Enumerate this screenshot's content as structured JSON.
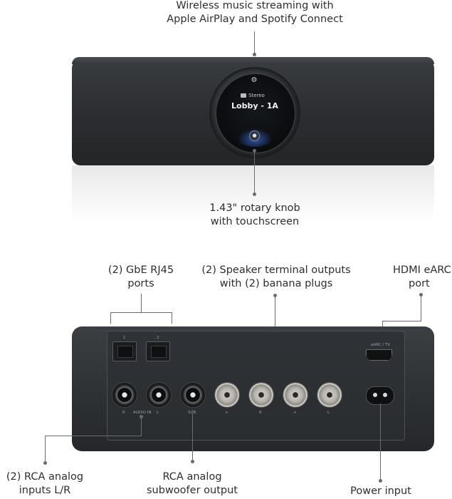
{
  "callouts": {
    "wireless": {
      "line1": "Wireless music streaming with",
      "line2": "Apple AirPlay and Spotify Connect"
    },
    "knob": {
      "line1": "1.43\" rotary knob",
      "line2": "with touchscreen"
    },
    "rj45": {
      "line1": "(2) GbE RJ45",
      "line2": "ports"
    },
    "speaker": {
      "line1": "(2) Speaker terminal outputs",
      "line2": "with (2) banana plugs"
    },
    "hdmi": {
      "line1": "HDMI eARC",
      "line2": "port"
    },
    "rca_inputs": {
      "line1": "(2) RCA analog",
      "line2": "inputs L/R"
    },
    "rca_sub": {
      "line1": "RCA analog",
      "line2": "subwoofer output"
    },
    "power": {
      "line1": "Power input"
    }
  },
  "screen": {
    "mode": "Stereo",
    "zone": "Lobby - 1A"
  },
  "port_labels": {
    "rj45_1": "1",
    "rj45_2": "2",
    "rca_r": "R",
    "audio_in": "AUDIO IN",
    "rca_l": "L",
    "sub": "SUB",
    "spk_plus_r": "+",
    "spk_r": "R",
    "spk_plus_l": "+",
    "spk_l": "L",
    "hdmi": "eARC / TV"
  },
  "colors": {
    "device_body": "#2d3033",
    "callout_line": "#6b6b6b",
    "screen_accent": "#3c6edc"
  }
}
